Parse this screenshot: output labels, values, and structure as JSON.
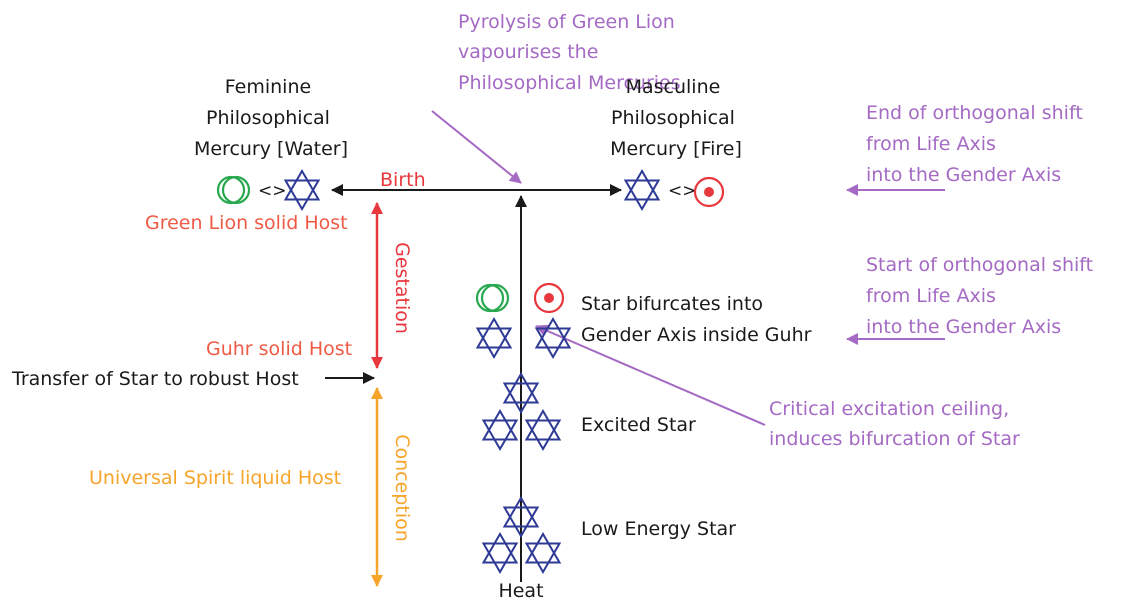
{
  "colors": {
    "black": "#1a1a1a",
    "purple": "#a46ac4",
    "red": "#e8373d",
    "salmon": "#ef5a45",
    "orange": "#f6a42a",
    "green": "#2aa850",
    "blue": "#2e3a96"
  },
  "labels": {
    "pyrolysis": [
      "Pyrolysis of Green Lion",
      "vapourises the",
      "Philosophical Mercuries"
    ],
    "feminine": [
      "Feminine",
      "Philosophical",
      "Mercury [Water]"
    ],
    "masculine": [
      "Masculine",
      "Philosophical",
      "Mercury [Fire]"
    ],
    "end_shift": [
      "End of orthogonal shift",
      "from Life Axis",
      "into the Gender Axis"
    ],
    "start_shift": [
      "Start of orthogonal shift",
      "from Life Axis",
      "into the Gender Axis"
    ],
    "birth": "Birth",
    "exchange_left": "<>",
    "exchange_right": "<>",
    "green_lion_host": "Green Lion solid Host",
    "gestation": "Gestation",
    "guhr_host": "Guhr solid Host",
    "transfer": "Transfer of Star to robust Host",
    "universal_spirit": "Universal Spirit liquid Host",
    "conception": "Conception",
    "bifurcates": [
      "Star bifurcates into",
      "Gender Axis inside Guhr"
    ],
    "excited_star": "Excited Star",
    "critical": [
      "Critical excitation ceiling,",
      "induces bifurcation of Star"
    ],
    "low_energy_star": "Low  Energy Star",
    "heat": "Heat"
  },
  "icons": {
    "moon": "crescent-moon-icon",
    "sun": "sun-circumpunct-icon",
    "star": "hexagram-star-icon"
  }
}
